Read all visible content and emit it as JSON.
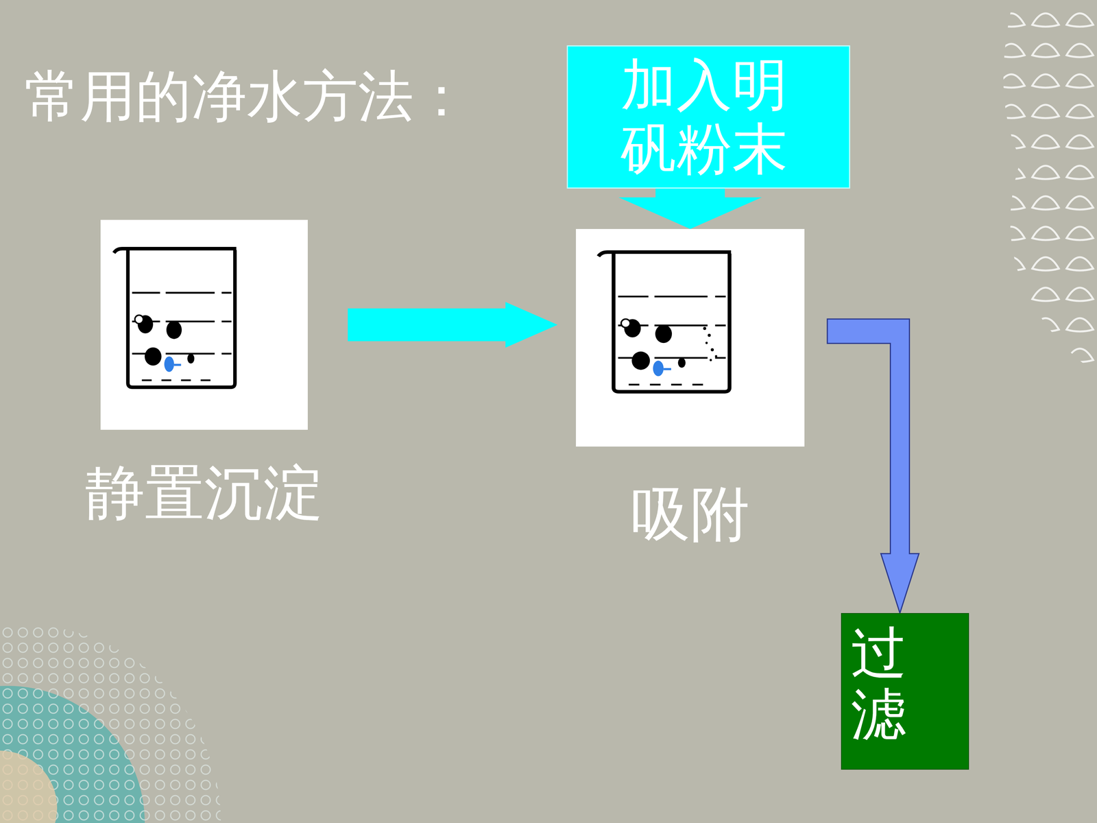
{
  "diagram": {
    "title": "常用的净水方法：",
    "nodes": [
      {
        "text": [
          "加入明矾粉末"
        ]
      },
      {
        "text": [
          "静置沉淀"
        ]
      },
      {
        "text": [
          "吸附"
        ]
      },
      {
        "text": [
          "过滤"
        ]
      }
    ],
    "edges": [
      {
        "from": 1,
        "to": 2,
        "arrow": "to"
      },
      {
        "from": 0,
        "to": 2,
        "arrow": "to"
      },
      {
        "from": 2,
        "to": 3,
        "arrow": "to"
      }
    ]
  }
}
